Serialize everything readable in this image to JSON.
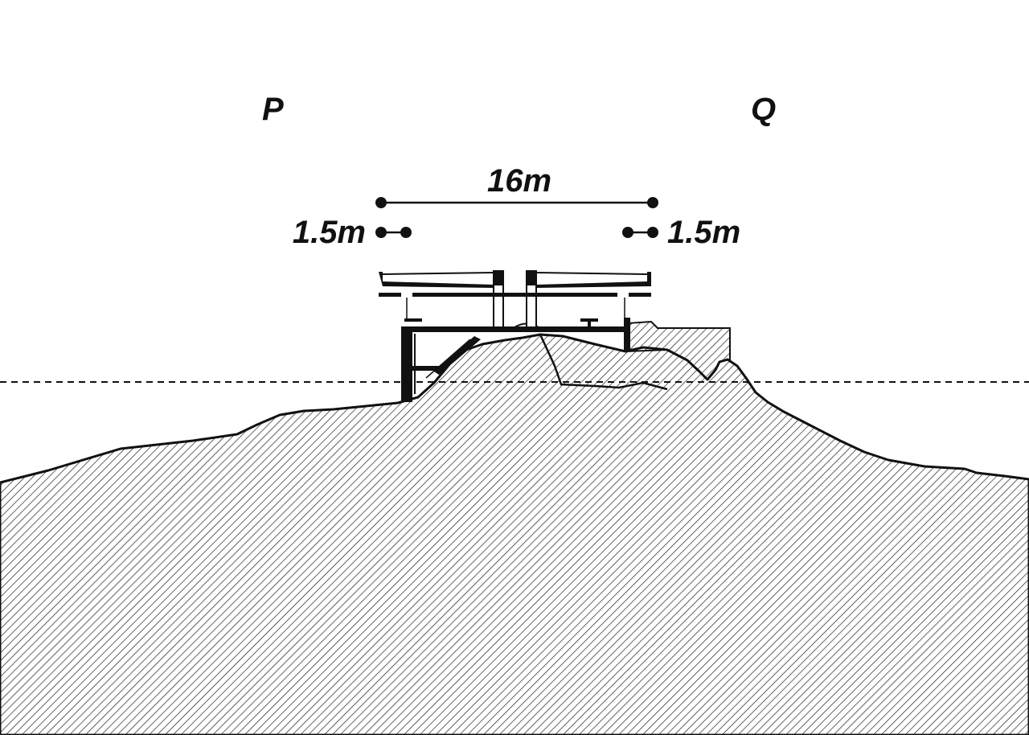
{
  "labels": {
    "point_left": "P",
    "point_right": "Q",
    "span_dimension": "16m",
    "left_offset": "1.5m",
    "right_offset": "1.5m"
  },
  "colors": {
    "ink": "#111111",
    "background": "#ffffff",
    "hatch": "#111111"
  }
}
